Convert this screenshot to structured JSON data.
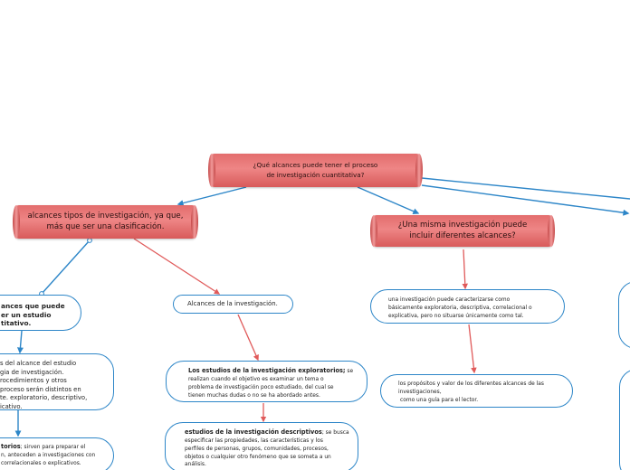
{
  "root": {
    "text_line1": "¿Qué alcances puede tener el proceso",
    "text_line2": "de investigación cuantitativa?"
  },
  "branch_left": {
    "line1": "alcances tipos de investigación, ya que,",
    "line2": "más que ser una clasificación."
  },
  "branch_mid": {
    "line1": "¿Una misma investigación puede",
    "line2": "incluir diferentes alcances?"
  },
  "left_col": {
    "box1_lines": [
      "ances que puede",
      "er un estudio",
      "titativo."
    ],
    "box2_lines": [
      "s del alcance del estudio",
      "gia de investigación.",
      "rocedimientos y otros",
      "proceso serán distintos en",
      "te. exploratorio, descriptivo,",
      "icativo."
    ],
    "box3_bold": "torios",
    "box3_rest": "; sirven para preparar el",
    "box3_lines": [
      "n, anteceden a investigaciones con",
      "correlacionales o explicativos."
    ]
  },
  "center_col": {
    "alcances_label": "Alcances de la investigación.",
    "exploratorios_bold": "Los estudios de la investigación exploratorios;",
    "exploratorios_rest": " se",
    "exploratorios_lines": [
      "realizan cuando el objetivo es examinar un tema o",
      "problema de investigación poco estudiado, del cual se",
      "tienen muchas dudas o no se ha abordado antes."
    ],
    "descriptivos_bold": "estudios de la investigación descriptivos",
    "descriptivos_rest": "; se busca",
    "descriptivos_lines": [
      "especificar las propiedades, las características y los",
      "perfiles de personas, grupos, comunidades, procesos,",
      "objetos o cualquier otro fenómeno que se someta a un",
      "análisis."
    ]
  },
  "right_col": {
    "answer_lines": [
      "una investigación puede caracterizarse como",
      "básicamente exploratoria, descriptiva, correlacional o",
      "explicativa, pero no situarse únicamente como tal."
    ],
    "purpose_lines": [
      "los propósitos y valor de los diferentes alcances de las",
      "investigaciones,",
      "como una guía para el lector."
    ]
  },
  "colors": {
    "link_blue": "#2d86c8",
    "link_red": "#e05a5a",
    "scroll_red": "#e36d6d"
  }
}
